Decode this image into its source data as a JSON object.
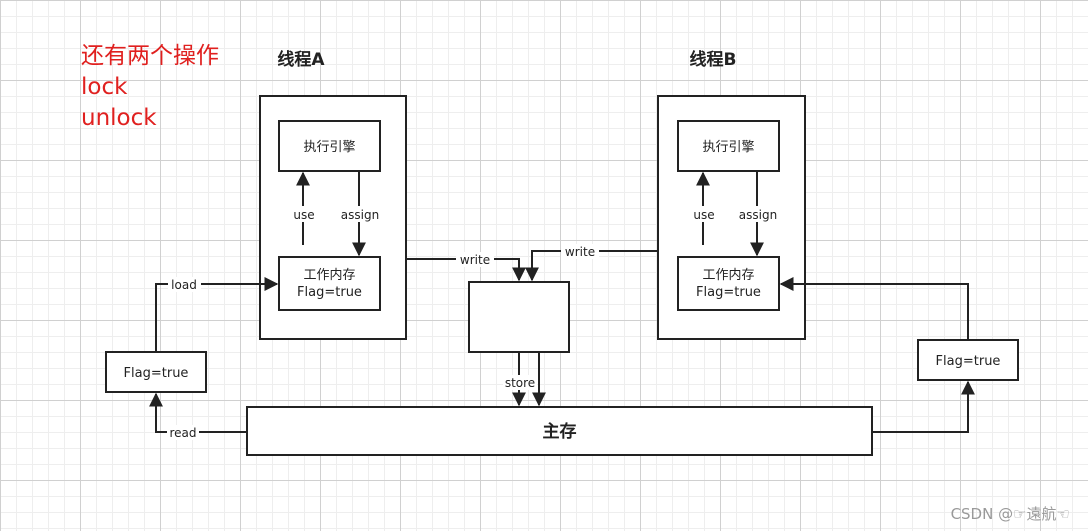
{
  "note": {
    "lines": [
      "还有两个操作",
      "lock",
      "unlock"
    ],
    "color": "#e0201f"
  },
  "thread_a": {
    "title": "线程A",
    "engine": "执行引擎",
    "memory_line1": "工作内存",
    "memory_line2": "Flag=true",
    "use": "use",
    "assign": "assign"
  },
  "thread_b": {
    "title": "线程B",
    "engine": "执行引擎",
    "memory_line1": "工作内存",
    "memory_line2": "Flag=true",
    "use": "use",
    "assign": "assign"
  },
  "main_memory": {
    "label": "主存"
  },
  "left_flag": "Flag=true",
  "right_flag": "Flag=true",
  "edges": {
    "load": "load",
    "read": "read",
    "write_a": "write",
    "write_b": "write",
    "store": "store"
  },
  "watermark": "CSDN @☞遠航☜"
}
